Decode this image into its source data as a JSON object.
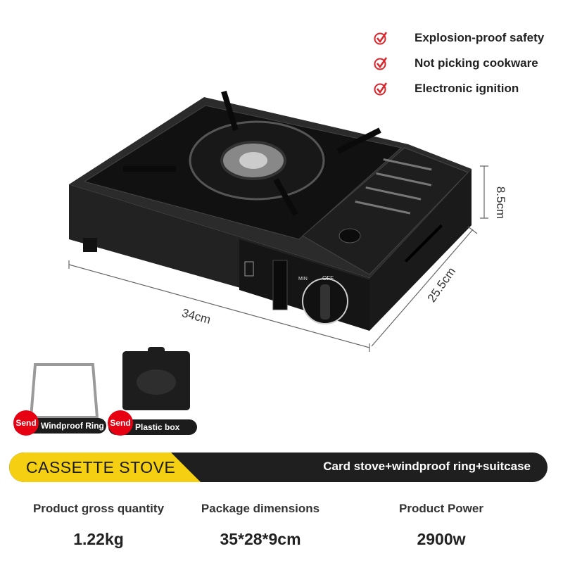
{
  "features": [
    {
      "icon": "check-circle-icon",
      "label": "Explosion-proof safety"
    },
    {
      "icon": "check-circle-icon",
      "label": "Not picking cookware"
    },
    {
      "icon": "check-circle-icon",
      "label": "Electronic ignition"
    }
  ],
  "stove": {
    "knob_min": "MIN",
    "knob_off": "OFF"
  },
  "dimensions": {
    "height": "8.5cm",
    "depth": "25.5cm",
    "width": "34cm"
  },
  "accessories": [
    {
      "badge": "Send",
      "label": "Windproof Ring"
    },
    {
      "badge": "Send",
      "label": "Plastic box"
    }
  ],
  "banner": {
    "title": "CASSETTE STOVE",
    "subtitle": "Card stove+windproof ring+suitcase"
  },
  "specs": [
    {
      "label": "Product gross quantity",
      "value": "1.22kg"
    },
    {
      "label": "Package dimensions",
      "value": "35*28*9cm"
    },
    {
      "label": "Product Power",
      "value": "2900w"
    }
  ],
  "colors": {
    "accent_red": "#e60012",
    "accent_yellow": "#f5cf12",
    "dark": "#1f1f1f"
  }
}
